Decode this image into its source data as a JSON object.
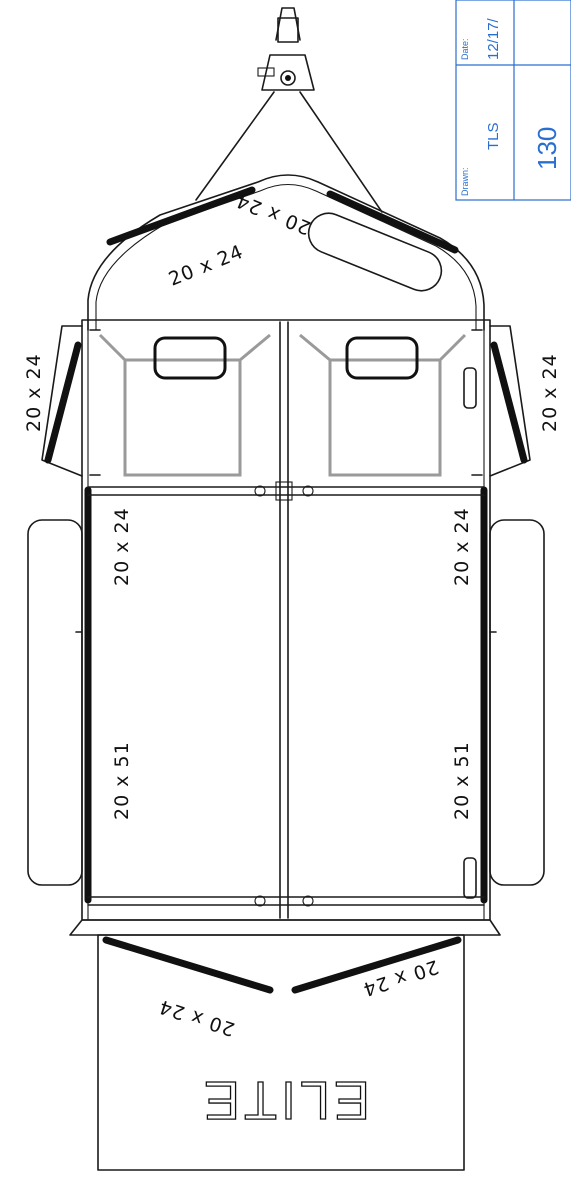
{
  "title_block": {
    "drawn_header": "Drawn:",
    "drawn_value": "TLS",
    "date_header": "Date:",
    "date_value": "12/17/",
    "number": "130",
    "color": "#2a6fd0"
  },
  "labels": {
    "nose_left": "20 x 24",
    "nose_right": "20 x 24",
    "front_left": "20 x 24",
    "front_right": "20 x 24",
    "side_left_upper": "20 x 24",
    "side_right_upper": "20 x 24",
    "side_left_lower": "20 x 51",
    "side_right_lower": "20 x 51",
    "ramp_left": "20 x 24",
    "ramp_right": "20 x 24",
    "ramp_brand": "ELITE"
  }
}
